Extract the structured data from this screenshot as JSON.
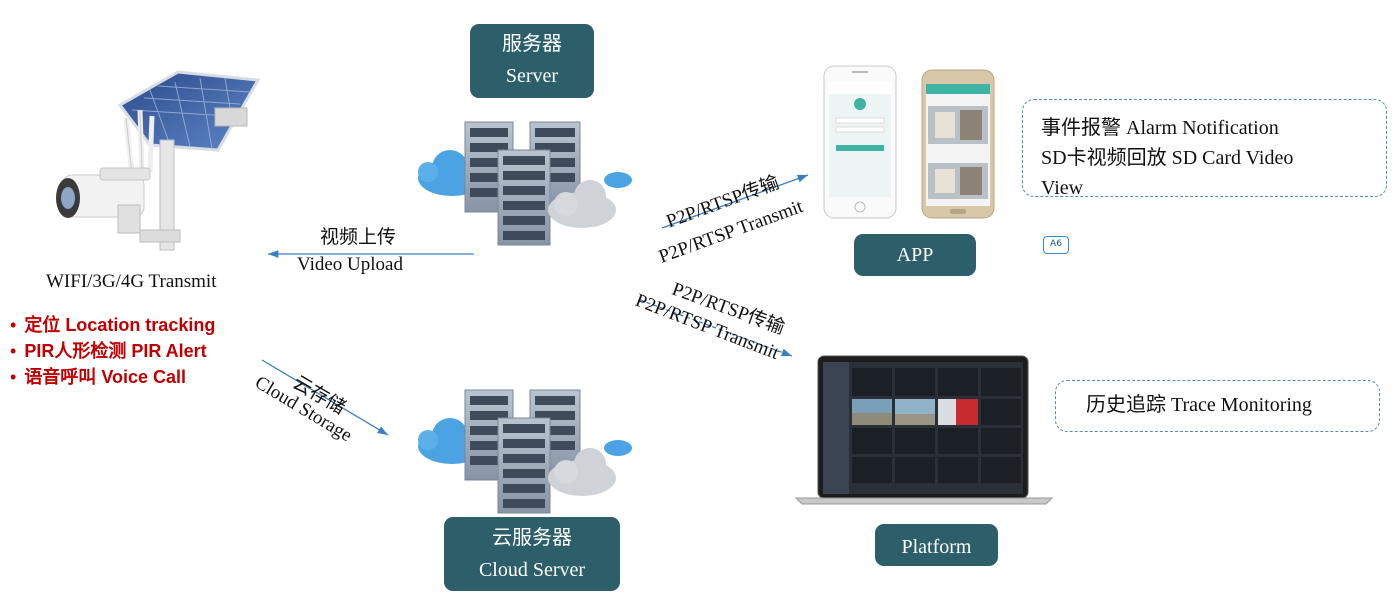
{
  "server": {
    "cn": "服务器",
    "en": "Server"
  },
  "cloud_server": {
    "cn": "云服务器",
    "en": "Cloud Server"
  },
  "app": {
    "label": "APP"
  },
  "platform": {
    "label": "Platform"
  },
  "camera": {
    "transmit": "WIFI/3G/4G Transmit"
  },
  "features": [
    "定位 Location tracking",
    "PIR人形检测 PIR Alert",
    "语音呼叫 Voice Call"
  ],
  "arrows": {
    "video_upload_cn": "视频上传",
    "video_upload_en": "Video Upload",
    "cloud_storage_cn": "云存储",
    "cloud_storage_en": "Cloud Storage",
    "p2p_cn_1": "P2P/RTSP传输",
    "p2p_en_1": "P2P/RTSP Transmit",
    "p2p_cn_2": "P2P/RTSP传输",
    "p2p_en_2": "P2P/RTSP Transmit"
  },
  "app_features": {
    "line1": "事件报警 Alarm Notification",
    "line2": "SD卡视频回放 SD Card Video",
    "line3": "View"
  },
  "platform_feature": "历史追踪 Trace Monitoring",
  "badge": "A6"
}
